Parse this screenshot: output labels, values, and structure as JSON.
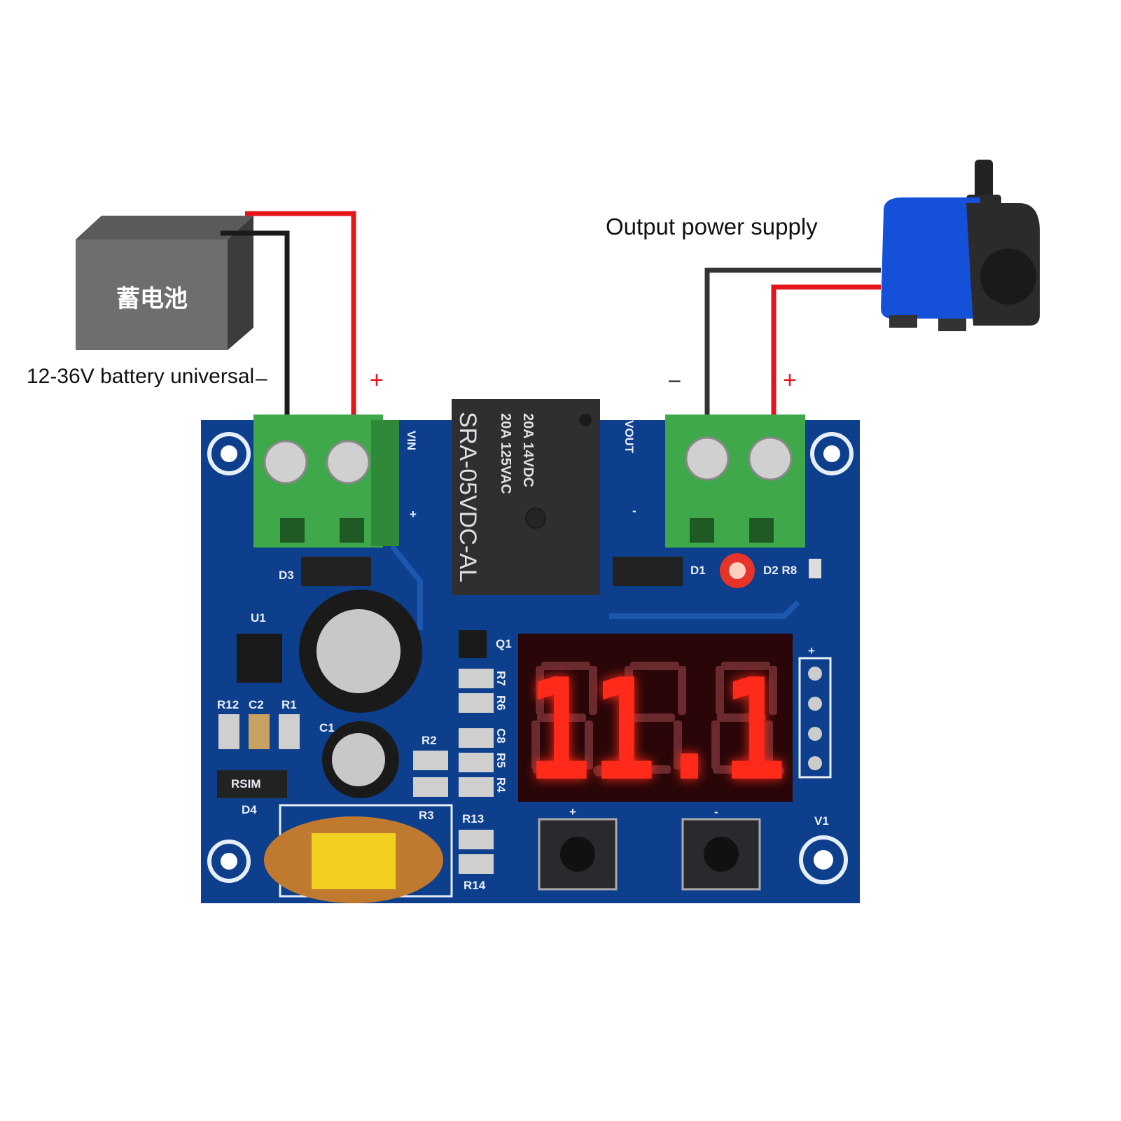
{
  "battery": {
    "label": "蓄电池",
    "caption": "12-36V battery universal",
    "neg": "–",
    "pos": "+"
  },
  "output": {
    "caption": "Output power supply",
    "neg": "–",
    "pos": "+"
  },
  "relay": {
    "model": "SRA-05VDC-AL",
    "rating1": "20A 14VDC",
    "rating2": "20A 125VAC"
  },
  "board": {
    "vin": "VIN",
    "vout": "VOUT",
    "plus": "+",
    "minus": "-",
    "silk": {
      "d3": "D3",
      "u1": "U1",
      "r12": "R12",
      "c2": "C2",
      "r1": "R1",
      "c1": "C1",
      "r2": "R2",
      "d4": "D4",
      "r3": "R3",
      "r13": "R13",
      "r14": "R14",
      "q1": "Q1",
      "r7": "R7",
      "r6": "R6",
      "c8": "C8",
      "r5": "R5",
      "r4": "R4",
      "d1": "D1",
      "d2r8": "D2 R8",
      "v1": "V1",
      "btn_plus": "+",
      "btn_minus": "-",
      "hdr_plus": "+",
      "d4_part": "RSIM"
    }
  },
  "display": {
    "value": "11.1",
    "color": "#ff2a1a"
  },
  "colors": {
    "pcb": "#0d3f8c",
    "terminal": "#3fa84a",
    "wire_red": "#e4141b",
    "wire_black": "#1a1a1a"
  }
}
